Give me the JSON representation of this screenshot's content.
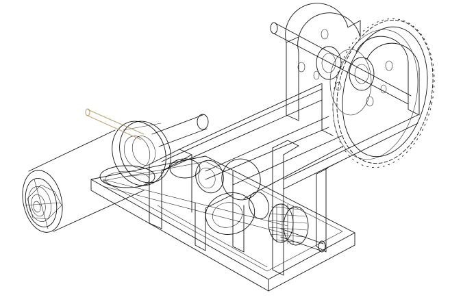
{
  "view": {
    "background": "#ffffff",
    "line_color": "#111111",
    "accent_color": "#b8a270",
    "style": "wireframe"
  },
  "components": [
    {
      "name": "base-plate"
    },
    {
      "name": "motor-cylinder"
    },
    {
      "name": "pulley-wheel"
    },
    {
      "name": "drive-shaft"
    },
    {
      "name": "cam-discs"
    },
    {
      "name": "support-bracket-left"
    },
    {
      "name": "support-bracket-right"
    },
    {
      "name": "pinion-gear"
    },
    {
      "name": "sprocket-wheel"
    },
    {
      "name": "upper-bearing-blocks"
    },
    {
      "name": "accent-rod"
    }
  ]
}
